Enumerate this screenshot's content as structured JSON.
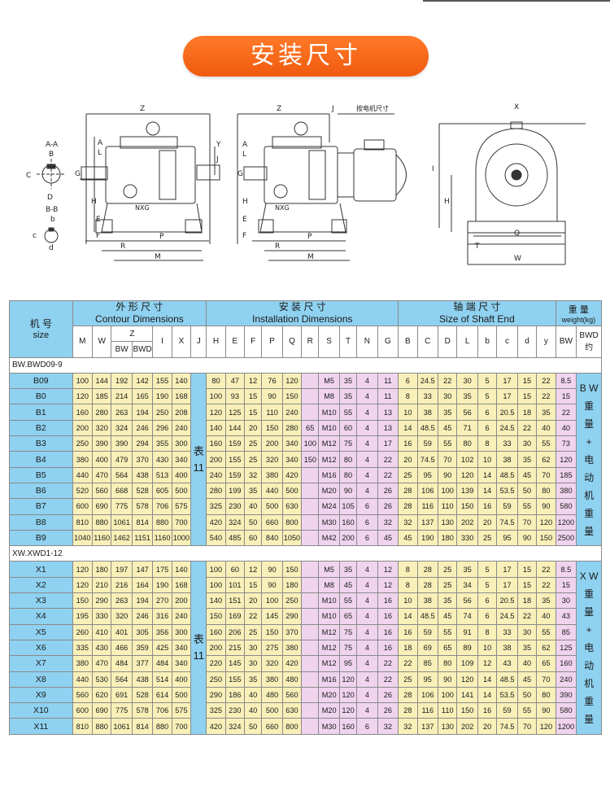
{
  "banner_title": "安装尺寸",
  "drawing_labels": {
    "d1": {
      "z": "Z",
      "aa": "A-A",
      "bb": "B-B",
      "b": "B",
      "c": "C",
      "d": "D",
      "b2": "b",
      "c2": "c",
      "d2": "d",
      "a": "A",
      "l": "L",
      "g": "G",
      "y": "Y",
      "j": "J",
      "e": "E",
      "f": "F",
      "h": "H",
      "r": "R",
      "p": "P",
      "m": "M",
      "model": "NXG"
    },
    "d2": {
      "z": "Z",
      "j": "J",
      "motor": "按电机尺寸",
      "a": "A",
      "l": "L",
      "g": "G",
      "e": "E",
      "f": "F",
      "h": "H",
      "r": "R",
      "p": "P",
      "m": "M",
      "model": "NXG"
    },
    "d3": {
      "x": "X",
      "i": "I",
      "h": "H",
      "q": "Q",
      "t": "T",
      "w": "W"
    }
  },
  "table": {
    "model_label": "机 号",
    "model_label_en": "size",
    "contour_zh": "外 形 尺 寸",
    "contour_en": "Contour Dimensions",
    "install_zh": "安 装 尺 寸",
    "install_en": "Installation Dimensions",
    "shaft_zh": "轴 端 尺 寸",
    "shaft_en": "Size of Shaft End",
    "weight_zh": "重 量",
    "weight_en": "weight(kg)",
    "cols": {
      "m": "M",
      "w": "W",
      "z": "Z",
      "bw": "BW",
      "bwd": "BWD",
      "i": "I",
      "x": "X",
      "j": "J",
      "h": "H",
      "e": "E",
      "f": "F",
      "p": "P",
      "q": "Q",
      "r": "R",
      "s": "S",
      "t": "T",
      "n": "N",
      "g": "G",
      "b": "B",
      "c": "C",
      "d": "D",
      "l": "L",
      "b2": "b",
      "c2": "c",
      "d2": "d",
      "y": "y",
      "wbw": "BW",
      "wbwd": "BWD\n约"
    },
    "groups": [
      {
        "name": "BW.BWD09-9",
        "biao": "表\n11",
        "side_note": "B W\n重\n量\n+\n电\n动\n机\n重\n量",
        "rows": [
          [
            "B09",
            "100",
            "144",
            "192",
            "142",
            "155",
            "140",
            "80",
            "47",
            "12",
            "76",
            "120",
            "",
            "M5",
            "35",
            "4",
            "11",
            "6",
            "24.5",
            "22",
            "30",
            "5",
            "17",
            "15",
            "22",
            "8.5",
            ""
          ],
          [
            "B0",
            "120",
            "185",
            "214",
            "165",
            "190",
            "168",
            "100",
            "93",
            "15",
            "90",
            "150",
            "",
            "M8",
            "35",
            "4",
            "11",
            "8",
            "33",
            "30",
            "35",
            "5",
            "17",
            "15",
            "22",
            "15",
            ""
          ],
          [
            "B1",
            "160",
            "280",
            "263",
            "194",
            "250",
            "208",
            "120",
            "125",
            "15",
            "110",
            "240",
            "",
            "M10",
            "55",
            "4",
            "13",
            "10",
            "38",
            "35",
            "56",
            "6",
            "20.5",
            "18",
            "35",
            "22",
            ""
          ],
          [
            "B2",
            "200",
            "320",
            "324",
            "246",
            "296",
            "240",
            "140",
            "144",
            "20",
            "150",
            "280",
            "65",
            "M10",
            "60",
            "4",
            "13",
            "14",
            "48.5",
            "45",
            "71",
            "6",
            "24.5",
            "22",
            "40",
            "40",
            ""
          ],
          [
            "B3",
            "250",
            "390",
            "390",
            "294",
            "355",
            "300",
            "160",
            "159",
            "25",
            "200",
            "340",
            "100",
            "M12",
            "75",
            "4",
            "17",
            "16",
            "59",
            "55",
            "80",
            "8",
            "33",
            "30",
            "55",
            "73",
            ""
          ],
          [
            "B4",
            "380",
            "400",
            "479",
            "370",
            "430",
            "340",
            "200",
            "155",
            "25",
            "320",
            "340",
            "150",
            "M12",
            "80",
            "4",
            "22",
            "20",
            "74.5",
            "70",
            "102",
            "10",
            "38",
            "35",
            "62",
            "120",
            ""
          ],
          [
            "B5",
            "440",
            "470",
            "564",
            "438",
            "513",
            "400",
            "240",
            "159",
            "32",
            "380",
            "420",
            "",
            "M16",
            "80",
            "4",
            "22",
            "25",
            "95",
            "90",
            "120",
            "14",
            "48.5",
            "45",
            "70",
            "185",
            ""
          ],
          [
            "B6",
            "520",
            "560",
            "668",
            "528",
            "605",
            "500",
            "280",
            "199",
            "35",
            "440",
            "500",
            "",
            "M20",
            "90",
            "4",
            "26",
            "28",
            "106",
            "100",
            "139",
            "14",
            "53.5",
            "50",
            "80",
            "380",
            ""
          ],
          [
            "B7",
            "600",
            "690",
            "775",
            "578",
            "706",
            "575",
            "325",
            "230",
            "40",
            "500",
            "630",
            "",
            "M24",
            "105",
            "6",
            "26",
            "28",
            "116",
            "110",
            "150",
            "16",
            "59",
            "55",
            "90",
            "580",
            ""
          ],
          [
            "B8",
            "810",
            "880",
            "1061",
            "814",
            "880",
            "700",
            "420",
            "324",
            "50",
            "660",
            "800",
            "",
            "M30",
            "160",
            "6",
            "32",
            "32",
            "137",
            "130",
            "202",
            "20",
            "74.5",
            "70",
            "120",
            "1200",
            ""
          ],
          [
            "B9",
            "1040",
            "1160",
            "1462",
            "1151",
            "1160",
            "1000",
            "540",
            "485",
            "60",
            "840",
            "1050",
            "",
            "M42",
            "200",
            "6",
            "45",
            "45",
            "190",
            "180",
            "330",
            "25",
            "95",
            "90",
            "150",
            "2500",
            ""
          ]
        ]
      },
      {
        "name": "XW.XWD1-12",
        "biao": "表\n11",
        "side_note": "X W\n重\n量\n+\n电\n动\n机\n重\n量",
        "rows": [
          [
            "X1",
            "120",
            "180",
            "197",
            "147",
            "175",
            "140",
            "100",
            "60",
            "12",
            "90",
            "150",
            "",
            "M5",
            "35",
            "4",
            "12",
            "8",
            "28",
            "25",
            "35",
            "5",
            "17",
            "15",
            "22",
            "8.5",
            ""
          ],
          [
            "X2",
            "120",
            "210",
            "216",
            "164",
            "190",
            "168",
            "100",
            "101",
            "15",
            "90",
            "180",
            "",
            "M8",
            "45",
            "4",
            "12",
            "8",
            "28",
            "25",
            "34",
            "5",
            "17",
            "15",
            "22",
            "15",
            ""
          ],
          [
            "X3",
            "150",
            "290",
            "263",
            "194",
            "270",
            "200",
            "140",
            "151",
            "20",
            "100",
            "250",
            "",
            "M10",
            "55",
            "4",
            "16",
            "10",
            "38",
            "35",
            "56",
            "6",
            "20.5",
            "18",
            "35",
            "30",
            ""
          ],
          [
            "X4",
            "195",
            "330",
            "320",
            "246",
            "316",
            "240",
            "150",
            "169",
            "22",
            "145",
            "290",
            "",
            "M10",
            "65",
            "4",
            "16",
            "14",
            "48.5",
            "45",
            "74",
            "6",
            "24.5",
            "22",
            "40",
            "43",
            ""
          ],
          [
            "X5",
            "260",
            "410",
            "401",
            "305",
            "356",
            "300",
            "160",
            "206",
            "25",
            "150",
            "370",
            "",
            "M12",
            "75",
            "4",
            "16",
            "16",
            "59",
            "55",
            "91",
            "8",
            "33",
            "30",
            "55",
            "85",
            ""
          ],
          [
            "X6",
            "335",
            "430",
            "466",
            "359",
            "425",
            "340",
            "200",
            "215",
            "30",
            "275",
            "380",
            "",
            "M12",
            "75",
            "4",
            "16",
            "18",
            "69",
            "65",
            "89",
            "10",
            "38",
            "35",
            "62",
            "125",
            ""
          ],
          [
            "X7",
            "380",
            "470",
            "484",
            "377",
            "484",
            "340",
            "220",
            "145",
            "30",
            "320",
            "420",
            "",
            "M12",
            "95",
            "4",
            "22",
            "22",
            "85",
            "80",
            "109",
            "12",
            "43",
            "40",
            "65",
            "160",
            ""
          ],
          [
            "X8",
            "440",
            "530",
            "564",
            "438",
            "514",
            "400",
            "250",
            "155",
            "35",
            "380",
            "480",
            "",
            "M16",
            "120",
            "4",
            "22",
            "25",
            "95",
            "90",
            "120",
            "14",
            "48.5",
            "45",
            "70",
            "240",
            ""
          ],
          [
            "X9",
            "560",
            "620",
            "691",
            "528",
            "614",
            "500",
            "290",
            "186",
            "40",
            "480",
            "560",
            "",
            "M20",
            "120",
            "4",
            "26",
            "28",
            "106",
            "100",
            "141",
            "14",
            "53.5",
            "50",
            "80",
            "390",
            ""
          ],
          [
            "X10",
            "600",
            "690",
            "775",
            "578",
            "706",
            "575",
            "325",
            "230",
            "40",
            "500",
            "630",
            "",
            "M20",
            "120",
            "4",
            "26",
            "28",
            "116",
            "110",
            "150",
            "16",
            "59",
            "55",
            "90",
            "580",
            ""
          ],
          [
            "X11",
            "810",
            "880",
            "1061",
            "814",
            "880",
            "700",
            "420",
            "324",
            "50",
            "660",
            "800",
            "",
            "M30",
            "160",
            "6",
            "32",
            "32",
            "137",
            "130",
            "202",
            "20",
            "74.5",
            "70",
            "120",
            "1200",
            ""
          ]
        ]
      }
    ]
  }
}
